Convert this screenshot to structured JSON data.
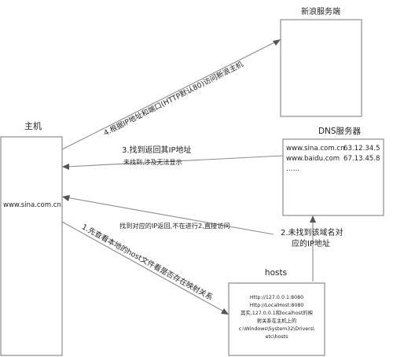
{
  "nodes": {
    "host": {
      "title": "主机",
      "content": "www.sina.com.cn"
    },
    "sina_server": {
      "title": "新浪服务端"
    },
    "dns": {
      "title": "DNS服务器",
      "rows": [
        {
          "domain": "www.sina.com.cn",
          "ip": "63.12.34.5"
        },
        {
          "domain": "www.baidu.com",
          "ip": "67.13.45.8"
        }
      ],
      "ellipsis": "……"
    },
    "hosts": {
      "title": "hosts",
      "lines": [
        "Http://127.0.0.1:8080",
        "Http://LocalHost:8080",
        "其实,127.0.0.1和localhost的映",
        "射关系在主机上的",
        "c:\\Windows\\System32\\Drivers\\",
        "etc\\hosts"
      ]
    }
  },
  "edges": {
    "step1": "1.先查看本地的host文件看是否存在映射关系",
    "step2_line1": "2.未找到该域名对",
    "step2_line2": "应的IP地址",
    "step3": "3.找到返回其IP地址",
    "step3_note": "未找到,涉及无法显示",
    "step4": "4.根据IP地址和端口(HTTP默认80)访问新浪主机",
    "found_return": "找到对应的IP返回,不在进行2,直接访问"
  }
}
